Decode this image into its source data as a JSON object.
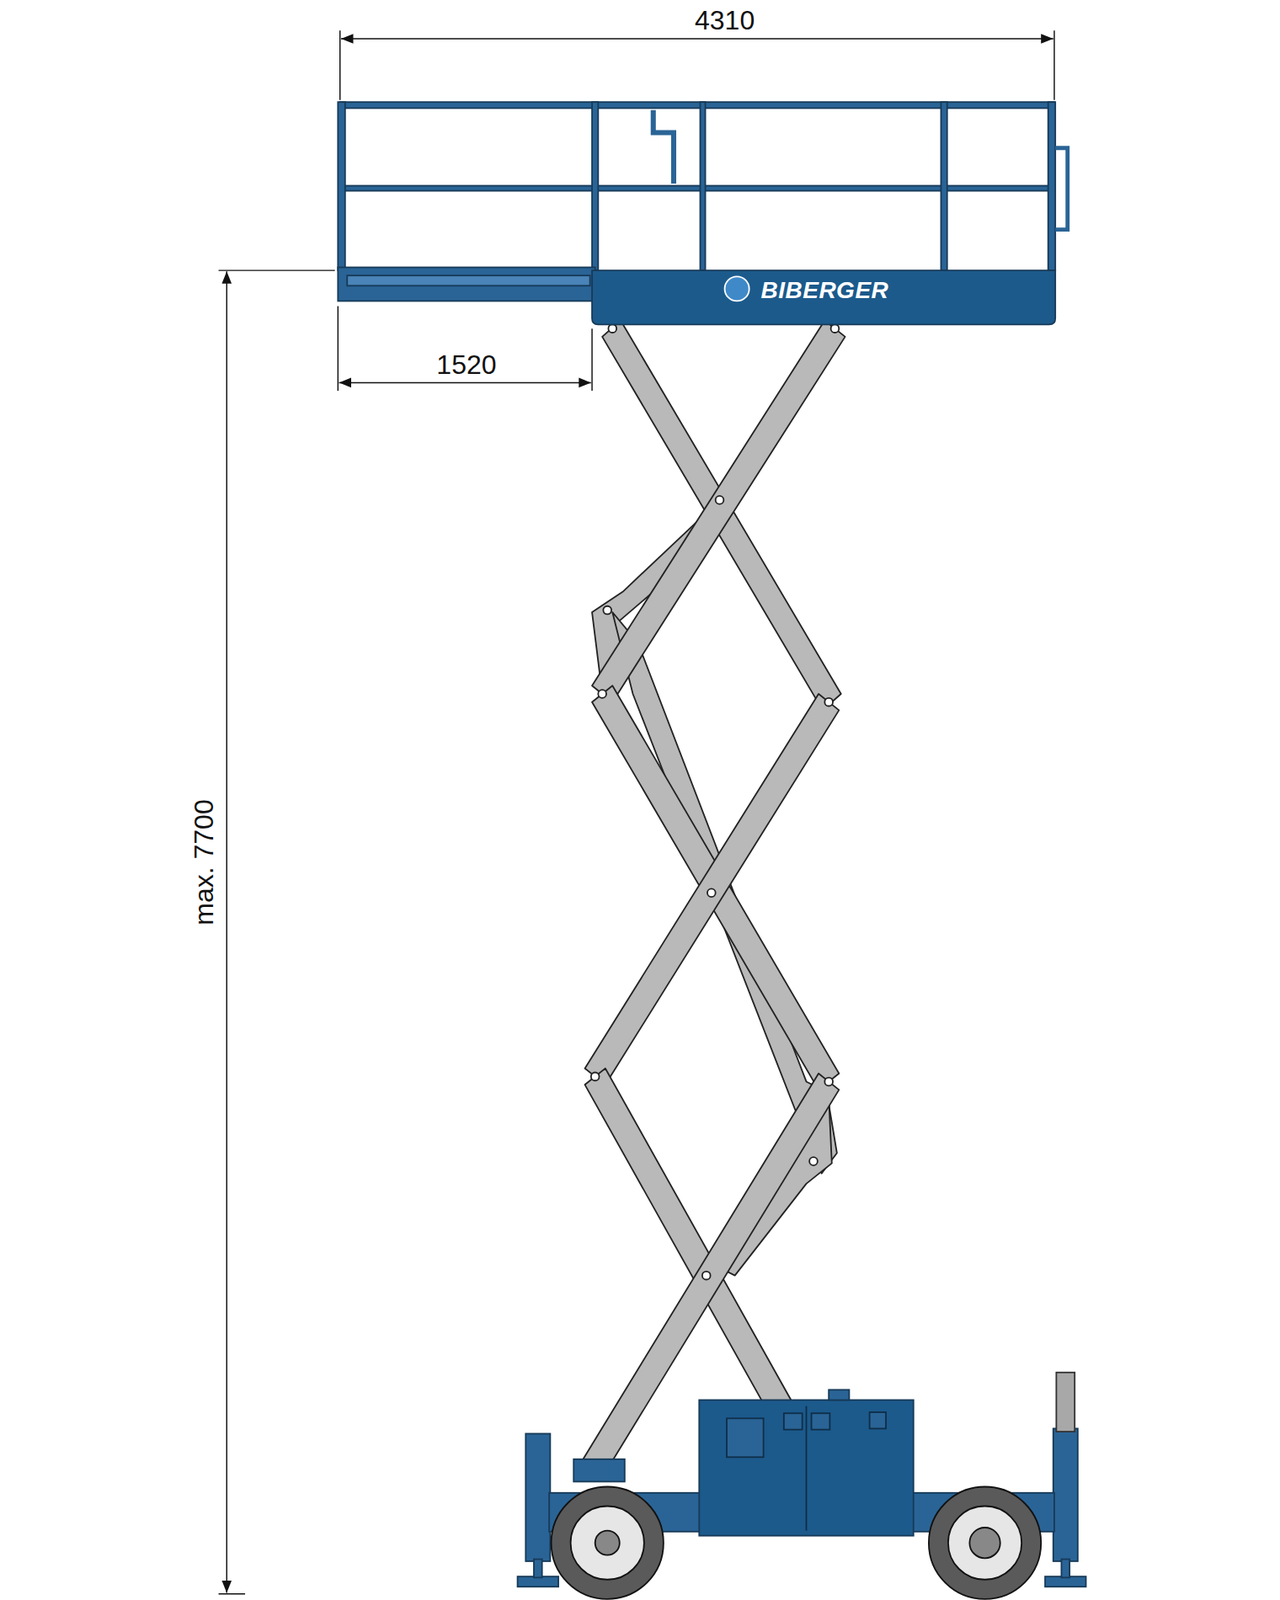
{
  "diagram": {
    "labels": [
      "4310",
      "1520",
      "max. 7700",
      "BIBERGER"
    ]
  }
}
